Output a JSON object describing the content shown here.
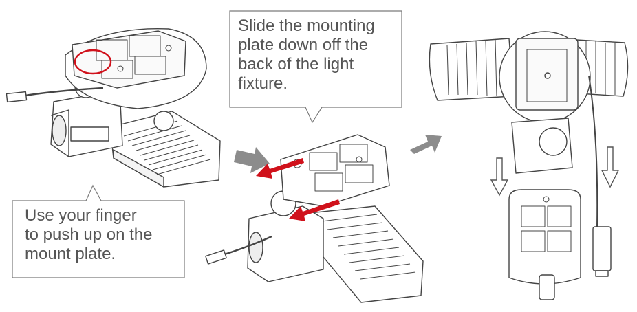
{
  "steps": [
    {
      "id": "step1",
      "callout_lines": [
        "Use your finger",
        "to push up on the",
        "mount plate."
      ]
    },
    {
      "id": "step2",
      "callout_lines": [
        "Slide the mounting",
        "plate down off the",
        "back of the light",
        "fixture."
      ]
    }
  ],
  "colors": {
    "line": "#444444",
    "highlight_circle": "#d0111b",
    "slide_arrow": "#d0111b",
    "step_arrow": "#8c8c8c",
    "callout_border": "#7a7a7a",
    "text": "#555555"
  }
}
